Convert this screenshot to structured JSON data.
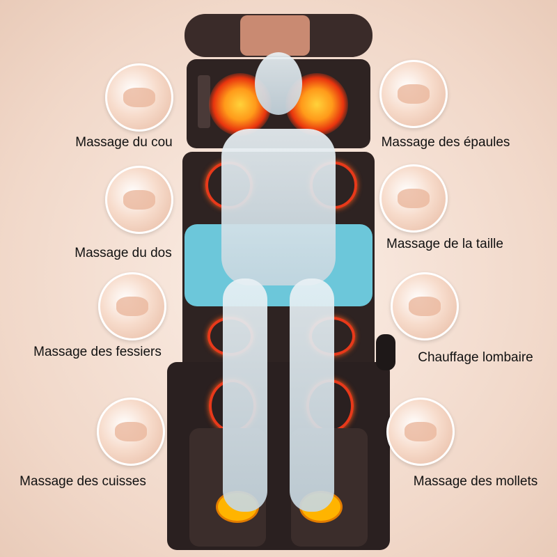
{
  "features": {
    "left": [
      {
        "label": "Massage du cou"
      },
      {
        "label": "Massage du dos"
      },
      {
        "label": "Massage des fessiers"
      },
      {
        "label": "Massage des cuisses"
      }
    ],
    "right": [
      {
        "label": "Massage des épaules"
      },
      {
        "label": "Massage de la taille"
      },
      {
        "label": "Chauffage lombaire"
      },
      {
        "label": "Massage des mollets"
      }
    ]
  },
  "colors": {
    "mat": "#2e2322",
    "heat": "#e8391a",
    "lumbar": "#58c0d8"
  }
}
